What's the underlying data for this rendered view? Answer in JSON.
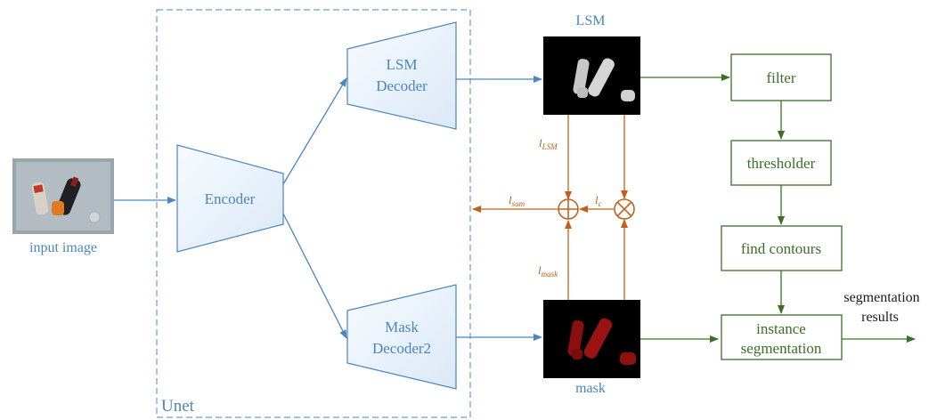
{
  "input": {
    "label": "input image"
  },
  "unet": {
    "label": "Unet"
  },
  "encoder": {
    "label": "Encoder"
  },
  "lsm_decoder": {
    "line1": "LSM",
    "line2": "Decoder"
  },
  "mask_decoder": {
    "line1": "Mask",
    "line2": "Decoder2"
  },
  "lsm_image": {
    "label": "LSM"
  },
  "mask_image": {
    "label": "mask"
  },
  "losses": {
    "l_lsm": {
      "base": "l",
      "sub": "LSM"
    },
    "l_sum": {
      "base": "l",
      "sub": "sum"
    },
    "l_c": {
      "base": "l",
      "sub": "c"
    },
    "l_mask": {
      "base": "l",
      "sub": "mask"
    }
  },
  "pipeline": {
    "filter": "filter",
    "thresholder": "thresholder",
    "find_contours": "find contours",
    "instance_line1": "instance",
    "instance_line2": "segmentation"
  },
  "output": {
    "line1": "segmentation",
    "line2": "results"
  },
  "colors": {
    "blue": "#4a86c0",
    "green": "#3c6e28",
    "orange": "#c0601c",
    "encoder_fill": "#eaf2fb"
  }
}
